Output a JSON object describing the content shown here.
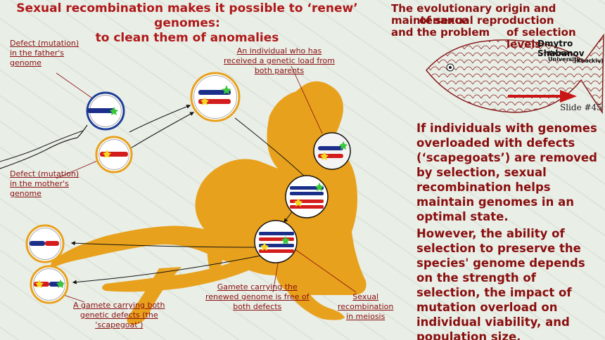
{
  "title": {
    "line1": "Sexual recombination makes it possible to ‘renew’ genomes:",
    "line2": "to clean them of anomalies"
  },
  "header": {
    "line1": "The evolutionary origin and maintenance",
    "line2": "of sexual reproduction",
    "line3a": "and the problem",
    "line3b": "of selection levels",
    "author": "Dmytro Shabanov",
    "affiliation": "Karazin University",
    "city": "(Kharkiv)",
    "slide_number": "Slide #45"
  },
  "captions": {
    "father": [
      "Defect (mutation)",
      "in the father's",
      "genome"
    ],
    "mother": [
      "Defect (mutation)",
      "in the mother's",
      "genome"
    ],
    "individual": [
      "An individual who has",
      "received a genetic load from",
      "both parents"
    ],
    "clean_gamete": [
      "Gamete carrying the",
      "renewed genome is free of",
      "both defects"
    ],
    "recombination": [
      "Sexual",
      "recombination",
      "in meiosis"
    ],
    "scapegoat": [
      "A gamete carrying both",
      "genetic defects (the",
      "‘scapegoat’)"
    ]
  },
  "body": {
    "paragraph1": "If individuals with genomes overloaded with defects (‘scapegoats’) are removed by selection, sexual recombination helps maintain genomes in an optimal state.",
    "paragraph2": "However, the ability of selection to preserve the species' genome depends on the strength of selection, the impact of mutation overload on individual viability, and population size."
  },
  "colors": {
    "title": "#b01818",
    "text": "#8a0e0e",
    "silhouette": "#e8a11c",
    "paternal_chromosome": "#1b2f8a",
    "maternal_chromosome": "#d41c1c",
    "paternal_defect_star": "#3cc83c",
    "maternal_defect_star": "#f2d820"
  },
  "icons": [
    "fish-emblem",
    "woman-silhouette",
    "cell-icon",
    "chromosome-icon",
    "mutation-star-icon",
    "arrow-icon"
  ]
}
